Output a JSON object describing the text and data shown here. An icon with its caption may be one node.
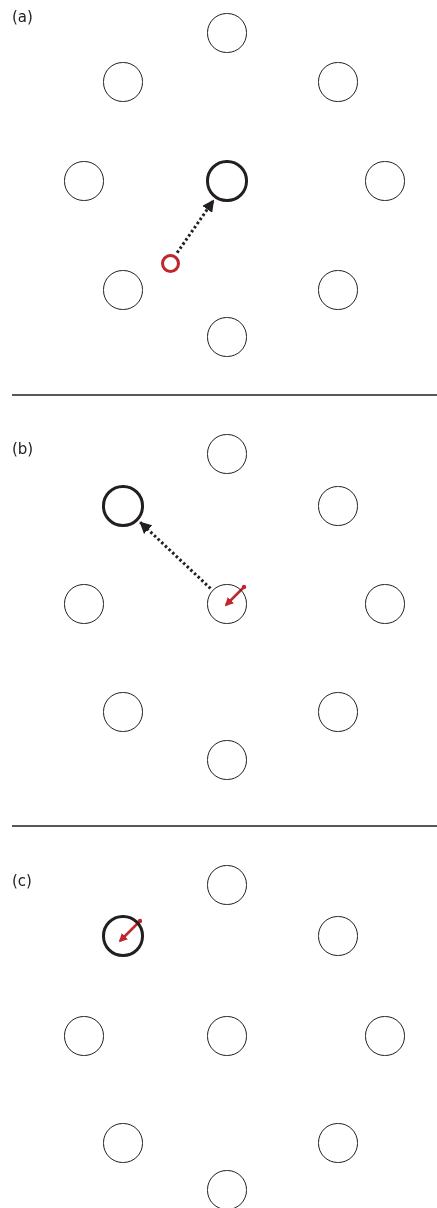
{
  "diagram": {
    "nodes": [
      {
        "text": [],
        "shape": "circle"
      },
      {
        "text": [],
        "shape": "circle"
      },
      {
        "text": [],
        "shape": "circle"
      },
      {
        "text": [],
        "shape": "circle"
      },
      {
        "text": [],
        "shape": "circle"
      },
      {
        "text": [],
        "shape": "circle"
      },
      {
        "text": [],
        "shape": "circle"
      },
      {
        "text": [],
        "shape": "circle"
      },
      {
        "text": [],
        "shape": "circle"
      },
      {
        "text": [],
        "shape": "circle"
      },
      {
        "text": [],
        "shape": "circle"
      },
      {
        "text": [],
        "shape": "circle"
      },
      {
        "text": [],
        "shape": "circle"
      },
      {
        "text": [],
        "shape": "circle"
      },
      {
        "text": [],
        "shape": "circle"
      },
      {
        "text": [],
        "shape": "circle"
      },
      {
        "text": [],
        "shape": "circle"
      },
      {
        "text": [],
        "shape": "circle"
      },
      {
        "text": [],
        "shape": "circle"
      },
      {
        "text": [],
        "shape": "circle"
      },
      {
        "text": [],
        "shape": "circle"
      },
      {
        "text": [],
        "shape": "circle"
      },
      {
        "text": [],
        "shape": "circle"
      },
      {
        "text": [],
        "shape": "circle"
      },
      {
        "text": [],
        "shape": "circle"
      },
      {
        "text": [],
        "shape": "circle"
      },
      {
        "text": [],
        "shape": "circle"
      },
      {
        "text": [],
        "shape": "circle"
      }
    ],
    "edges": [
      {
        "from": 6,
        "to": 4,
        "arrow": "to",
        "style": "dashed"
      },
      {
        "from": 14,
        "to": 11,
        "arrow": "to",
        "style": "dashed"
      }
    ],
    "labels": [
      "(a)",
      "(b)",
      "(c)"
    ]
  }
}
